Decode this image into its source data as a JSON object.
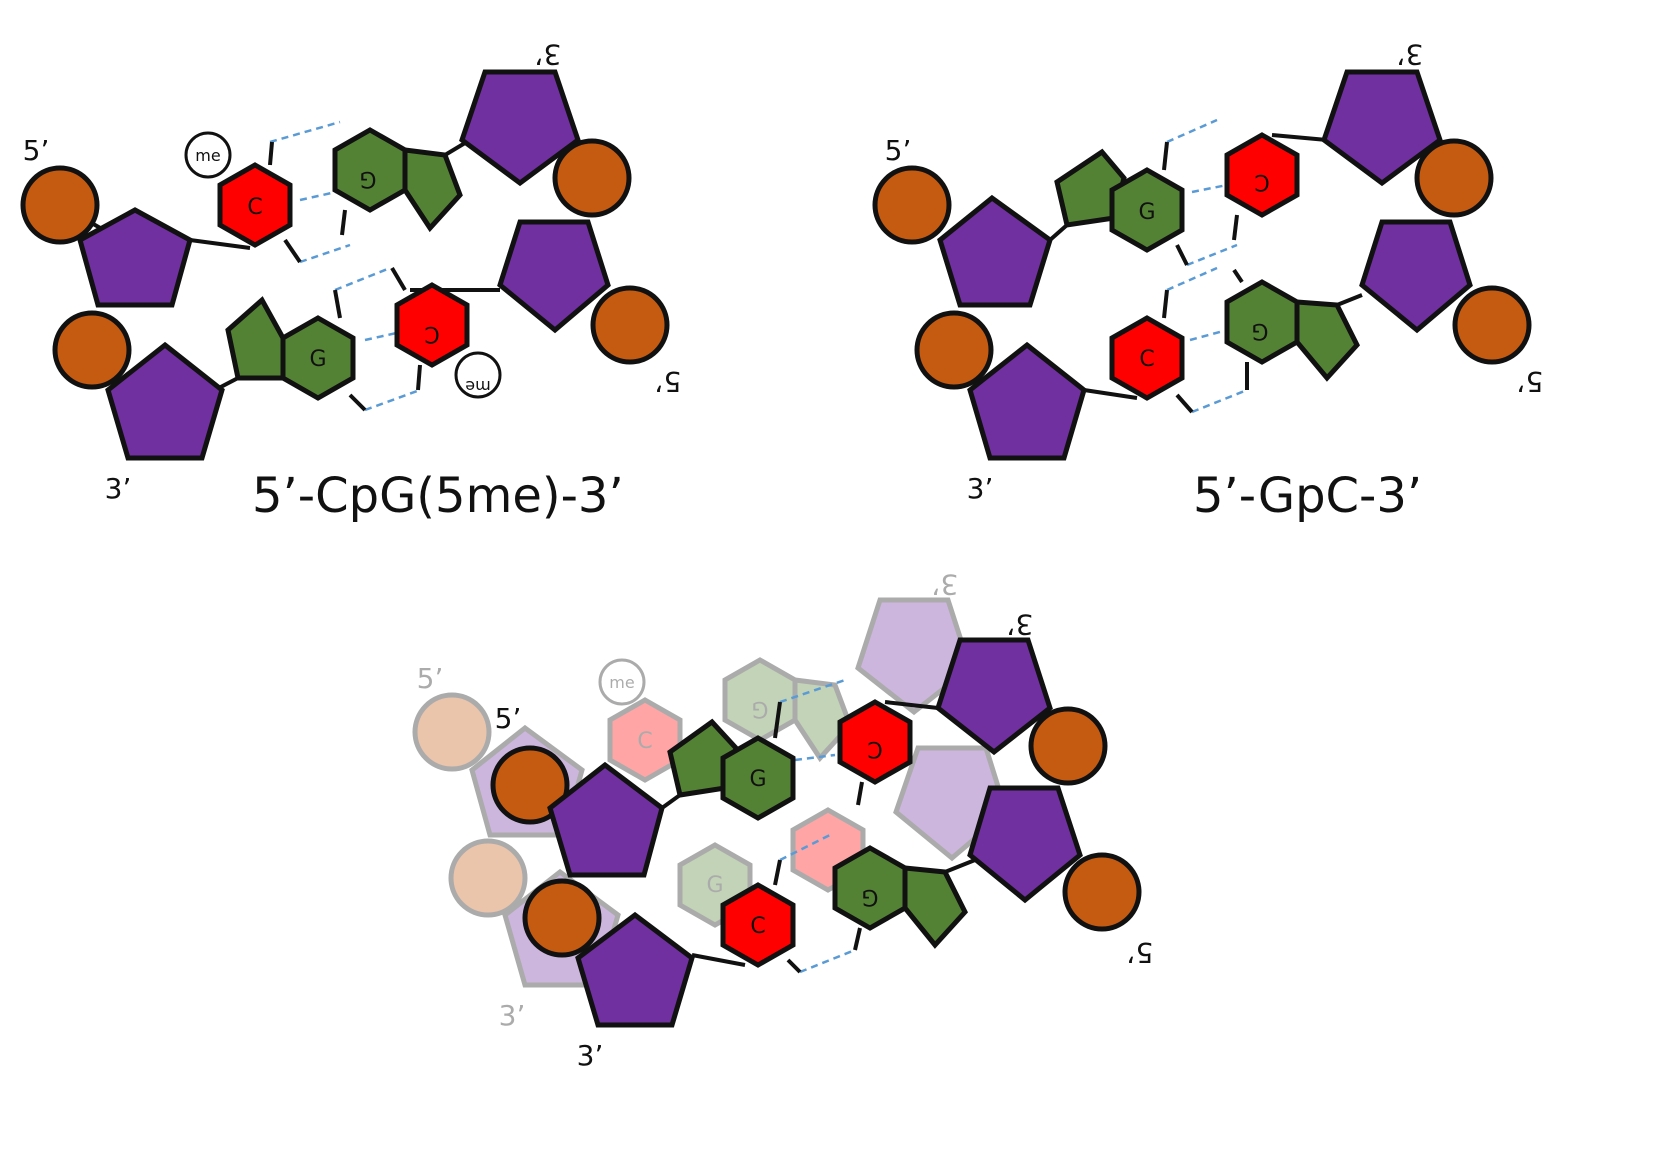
{
  "colors": {
    "sugar": "#7030a0",
    "phosphate": "#c55a11",
    "cytosine": "#ff0000",
    "guanine": "#548235",
    "hbond": "#5b9bd5",
    "outline": "#111111"
  },
  "labels": {
    "five_prime": "5’",
    "three_prime": "3’",
    "methyl": "me",
    "base_c": "C",
    "base_g": "G"
  },
  "panel_cpg": {
    "caption": "5’-CpG(5me)-3’",
    "methylated": true
  },
  "panel_gpc": {
    "caption": "5’-GpC-3’",
    "methylated": false
  },
  "panel_overlay": {
    "ghost_of": "5’-CpG(5me)-3’",
    "front_of": "5’-GpC-3’"
  }
}
